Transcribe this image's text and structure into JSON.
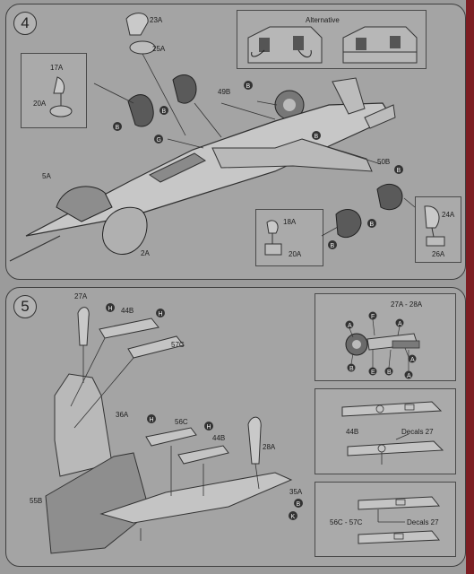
{
  "step4": {
    "number": "4",
    "alternative_label": "Alternative",
    "parts": {
      "p23a": "23A",
      "p25a": "25A",
      "p17a": "17A",
      "p20a_top": "20A",
      "p49b": "49B",
      "p5a": "5A",
      "p50b": "50B",
      "p2a": "2A",
      "p18a": "18A",
      "p20a_bottom": "20A",
      "p24a": "24A",
      "p26a": "26A"
    },
    "glue_letter": "B",
    "ref_letter": "G"
  },
  "step5": {
    "number": "5",
    "parts": {
      "p27a": "27A",
      "p44b_top": "44B",
      "p57c": "57C",
      "p36a": "36A",
      "p56c": "56C",
      "p44b_mid": "44B",
      "p28a": "28A",
      "p35a": "35A",
      "p55b": "55B"
    },
    "inset_title": "27A - 28A",
    "inset_letters": [
      "F",
      "A",
      "A",
      "A",
      "B",
      "E",
      "B",
      "A"
    ],
    "detail1_part": "44B",
    "detail2_part": "56C - 57C",
    "decals_label": "Decals 27",
    "letter_h": "H",
    "letter_k": "K",
    "letter_b": "B"
  }
}
